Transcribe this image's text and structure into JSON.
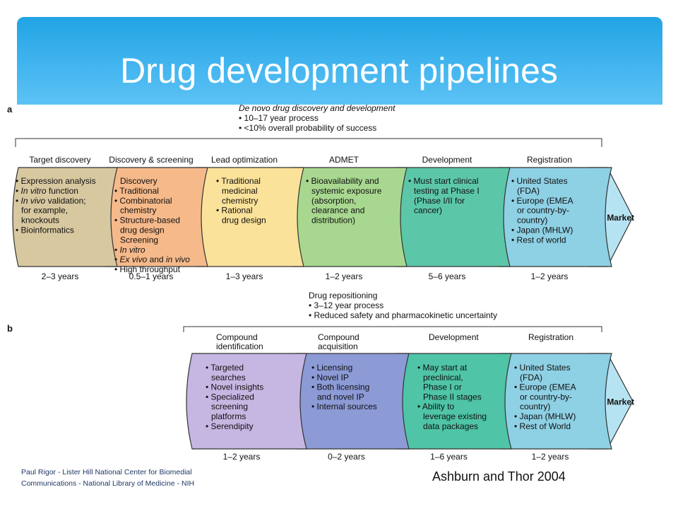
{
  "title": "Drug development pipelines",
  "panel_a": {
    "label": "a",
    "intro": {
      "heading": "De novo drug discovery and development",
      "bullets": [
        "10–17 year process",
        "<10% overall probability of success"
      ]
    },
    "stages": [
      {
        "name": "Target discovery",
        "duration": "2–3 years",
        "color": "#d8c8a0",
        "lines": [
          {
            "b": true,
            "parts": [
              {
                "t": "Expression analysis"
              }
            ]
          },
          {
            "b": true,
            "parts": [
              {
                "t": "In vitro",
                "i": true
              },
              {
                "t": " function"
              }
            ]
          },
          {
            "b": true,
            "parts": [
              {
                "t": "In vivo",
                "i": true
              },
              {
                "t": " validation;"
              }
            ]
          },
          {
            "parts": [
              {
                "t": "for example,"
              }
            ]
          },
          {
            "parts": [
              {
                "t": "knockouts"
              }
            ]
          },
          {
            "b": true,
            "parts": [
              {
                "t": "Bioinformatics"
              }
            ]
          }
        ]
      },
      {
        "name": "Discovery & screening",
        "duration": "0.5–1 years",
        "color": "#f5b98a",
        "lines": [
          {
            "parts": [
              {
                "t": "Discovery"
              }
            ]
          },
          {
            "b": true,
            "parts": [
              {
                "t": "Traditional"
              }
            ]
          },
          {
            "b": true,
            "parts": [
              {
                "t": "Combinatorial"
              }
            ]
          },
          {
            "parts": [
              {
                "t": "chemistry"
              }
            ]
          },
          {
            "b": true,
            "parts": [
              {
                "t": "Structure-based"
              }
            ]
          },
          {
            "parts": [
              {
                "t": "drug design"
              }
            ]
          },
          {
            "parts": [
              {
                "t": "Screening"
              }
            ]
          },
          {
            "b": true,
            "parts": [
              {
                "t": "In vitro",
                "i": true
              }
            ]
          },
          {
            "b": true,
            "parts": [
              {
                "t": "Ex vivo",
                "i": true
              },
              {
                "t": " and "
              },
              {
                "t": "in vivo",
                "i": true
              }
            ]
          },
          {
            "b": true,
            "parts": [
              {
                "t": "High throughput"
              }
            ]
          }
        ]
      },
      {
        "name": "Lead optimization",
        "duration": "1–3 years",
        "color": "#fbe29a",
        "lines": [
          {
            "b": true,
            "parts": [
              {
                "t": "Traditional"
              }
            ]
          },
          {
            "parts": [
              {
                "t": "medicinal"
              }
            ]
          },
          {
            "parts": [
              {
                "t": "chemistry"
              }
            ]
          },
          {
            "b": true,
            "parts": [
              {
                "t": "Rational"
              }
            ]
          },
          {
            "parts": [
              {
                "t": "drug design"
              }
            ]
          }
        ]
      },
      {
        "name": "ADMET",
        "duration": "1–2 years",
        "color": "#a8d890",
        "lines": [
          {
            "b": true,
            "parts": [
              {
                "t": "Bioavailability and"
              }
            ]
          },
          {
            "parts": [
              {
                "t": "systemic exposure"
              }
            ]
          },
          {
            "parts": [
              {
                "t": "(absorption,"
              }
            ]
          },
          {
            "parts": [
              {
                "t": "clearance and"
              }
            ]
          },
          {
            "parts": [
              {
                "t": "distribution)"
              }
            ]
          }
        ]
      },
      {
        "name": "Development",
        "duration": "5–6 years",
        "color": "#5cc7a8",
        "lines": [
          {
            "b": true,
            "parts": [
              {
                "t": "Must start clinical"
              }
            ]
          },
          {
            "parts": [
              {
                "t": "testing at Phase I"
              }
            ]
          },
          {
            "parts": [
              {
                "t": "(Phase I/II for"
              }
            ]
          },
          {
            "parts": [
              {
                "t": "cancer)"
              }
            ]
          }
        ]
      },
      {
        "name": "Registration",
        "duration": "1–2 years",
        "color": "#8ed0e4",
        "lines": [
          {
            "b": true,
            "parts": [
              {
                "t": "United States"
              }
            ]
          },
          {
            "parts": [
              {
                "t": "(FDA)"
              }
            ]
          },
          {
            "b": true,
            "parts": [
              {
                "t": "Europe (EMEA"
              }
            ]
          },
          {
            "parts": [
              {
                "t": "or country-by-"
              }
            ]
          },
          {
            "parts": [
              {
                "t": "country)"
              }
            ]
          },
          {
            "b": true,
            "parts": [
              {
                "t": "Japan (MHLW)"
              }
            ]
          },
          {
            "b": true,
            "parts": [
              {
                "t": "Rest of world"
              }
            ]
          }
        ]
      }
    ],
    "market": "Market"
  },
  "panel_b": {
    "label": "b",
    "intro": {
      "heading": "Drug repositioning",
      "bullets": [
        "3–12 year process",
        "Reduced safety and pharmacokinetic uncertainty"
      ]
    },
    "stages": [
      {
        "name": "Compound identification",
        "name_lines": [
          "Compound",
          "identification"
        ],
        "duration": "1–2 years",
        "color": "#c6b6e2",
        "lines": [
          {
            "b": true,
            "parts": [
              {
                "t": "Targeted"
              }
            ]
          },
          {
            "parts": [
              {
                "t": "searches"
              }
            ]
          },
          {
            "b": true,
            "parts": [
              {
                "t": "Novel insights"
              }
            ]
          },
          {
            "b": true,
            "parts": [
              {
                "t": "Specialized"
              }
            ]
          },
          {
            "parts": [
              {
                "t": "screening"
              }
            ]
          },
          {
            "parts": [
              {
                "t": "platforms"
              }
            ]
          },
          {
            "b": true,
            "parts": [
              {
                "t": "Serendipity"
              }
            ]
          }
        ]
      },
      {
        "name": "Compound acquisition",
        "name_lines": [
          "Compound",
          "acquisition"
        ],
        "duration": "0–2 years",
        "color": "#8c9ad6",
        "lines": [
          {
            "b": true,
            "parts": [
              {
                "t": "Licensing"
              }
            ]
          },
          {
            "b": true,
            "parts": [
              {
                "t": "Novel IP"
              }
            ]
          },
          {
            "b": true,
            "parts": [
              {
                "t": "Both licensing"
              }
            ]
          },
          {
            "parts": [
              {
                "t": "and novel IP"
              }
            ]
          },
          {
            "b": true,
            "parts": [
              {
                "t": "Internal sources"
              }
            ]
          }
        ]
      },
      {
        "name": "Development",
        "name_lines": [
          "Development"
        ],
        "duration": "1–6 years",
        "color": "#4fc4a6",
        "lines": [
          {
            "b": true,
            "parts": [
              {
                "t": "May start at"
              }
            ]
          },
          {
            "parts": [
              {
                "t": "preclinical,"
              }
            ]
          },
          {
            "parts": [
              {
                "t": "Phase I or"
              }
            ]
          },
          {
            "parts": [
              {
                "t": "Phase II stages"
              }
            ]
          },
          {
            "b": true,
            "parts": [
              {
                "t": "Ability to"
              }
            ]
          },
          {
            "parts": [
              {
                "t": "leverage existing"
              }
            ]
          },
          {
            "parts": [
              {
                "t": "data packages"
              }
            ]
          }
        ]
      },
      {
        "name": "Registration",
        "name_lines": [
          "Registration"
        ],
        "duration": "1–2 years",
        "color": "#8ed0e4",
        "lines": [
          {
            "b": true,
            "parts": [
              {
                "t": "United States"
              }
            ]
          },
          {
            "parts": [
              {
                "t": "(FDA)"
              }
            ]
          },
          {
            "b": true,
            "parts": [
              {
                "t": "Europe (EMEA"
              }
            ]
          },
          {
            "parts": [
              {
                "t": "or country-by-"
              }
            ]
          },
          {
            "parts": [
              {
                "t": "country)"
              }
            ]
          },
          {
            "b": true,
            "parts": [
              {
                "t": "Japan (MHLW)"
              }
            ]
          },
          {
            "b": true,
            "parts": [
              {
                "t": "Rest of World"
              }
            ]
          }
        ]
      }
    ],
    "market": "Market"
  },
  "footer": {
    "credit_lines": [
      "Paul Rigor - Lister Hill National Center for Biomedial",
      "Communications - National Library of Medicine - NIH"
    ],
    "citation": "Ashburn and Thor 2004"
  },
  "colors": {
    "title_bar": "#34adea",
    "title_text": "#ffffff",
    "market_cap": "#b6e3f2",
    "outline": "#333333"
  }
}
